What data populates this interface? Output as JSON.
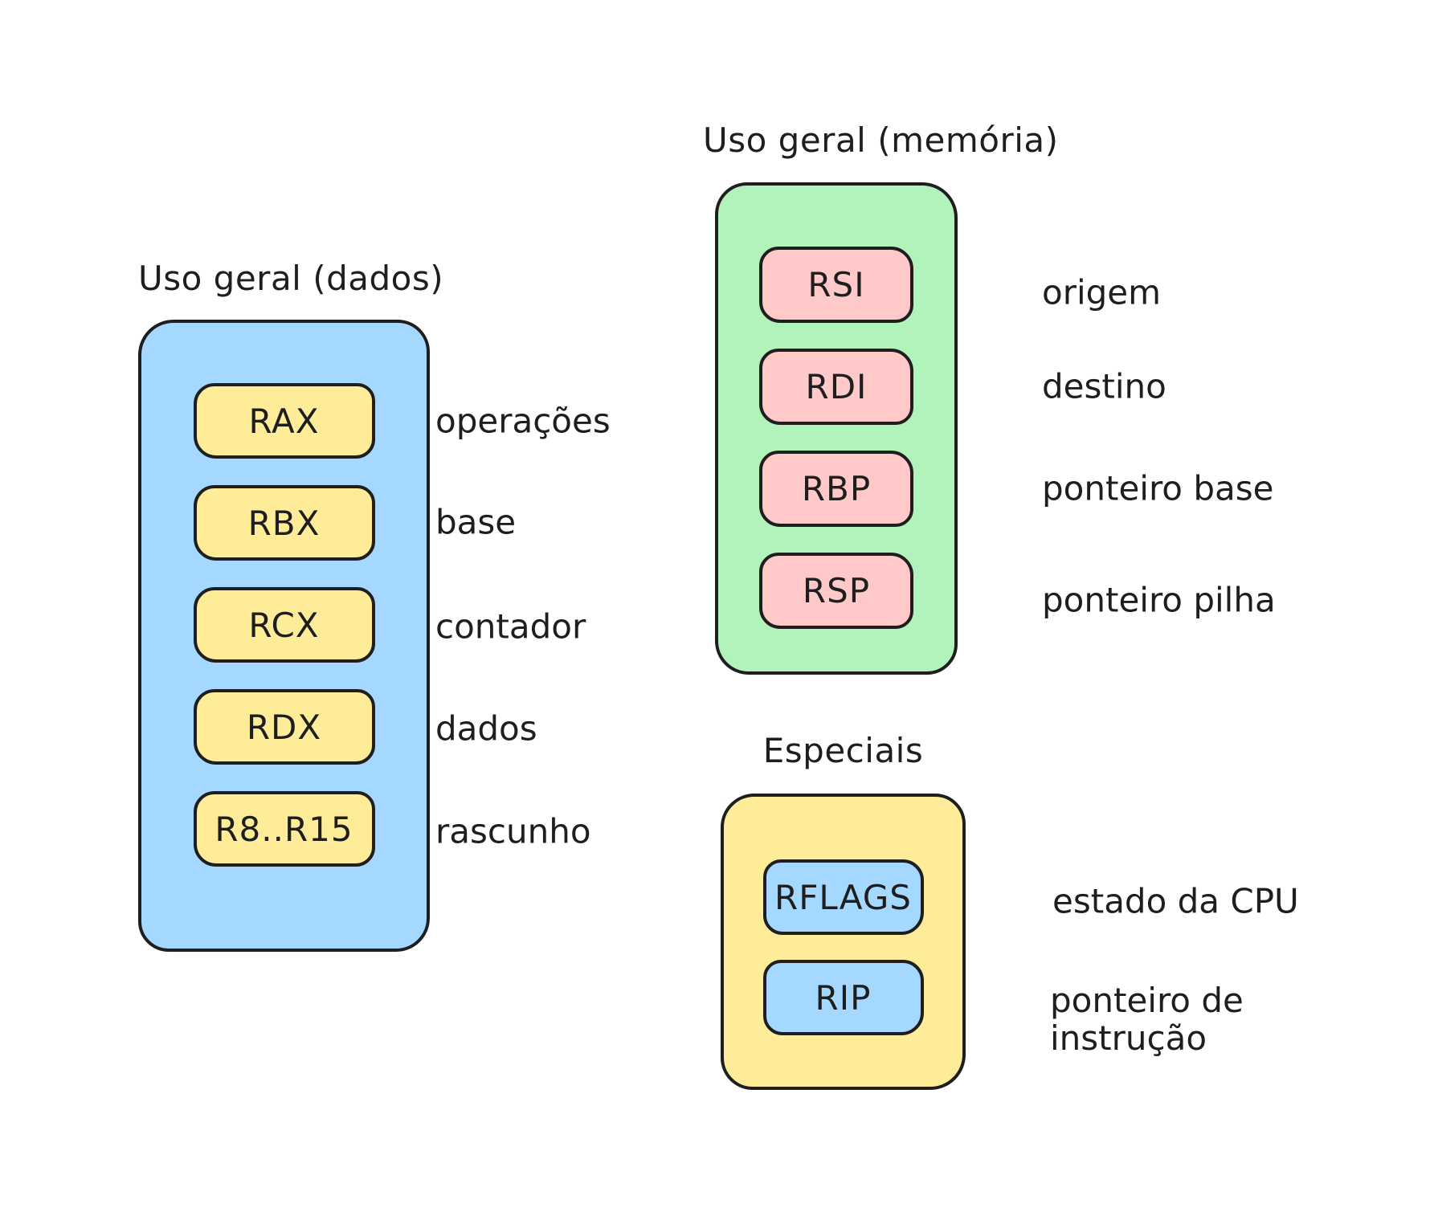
{
  "diagram": {
    "background": "#ffffff",
    "stroke_color": "#1e1e1e",
    "groups": [
      {
        "title": "Uso geral (dados)",
        "container_color": "#a5d8ff",
        "box_color": "#ffec99",
        "registers": [
          {
            "name": "RAX",
            "description": "operações"
          },
          {
            "name": "RBX",
            "description": "base"
          },
          {
            "name": "RCX",
            "description": "contador"
          },
          {
            "name": "RDX",
            "description": "dados"
          },
          {
            "name": "R8..R15",
            "description": "rascunho"
          }
        ]
      },
      {
        "title": "Uso geral (memória)",
        "container_color": "#b2f2bb",
        "box_color": "#ffc9c9",
        "registers": [
          {
            "name": "RSI",
            "description": "origem"
          },
          {
            "name": "RDI",
            "description": "destino"
          },
          {
            "name": "RBP",
            "description": "ponteiro base"
          },
          {
            "name": "RSP",
            "description": "ponteiro pilha"
          }
        ]
      },
      {
        "title": "Especiais",
        "container_color": "#ffec99",
        "box_color": "#a5d8ff",
        "registers": [
          {
            "name": "RFLAGS",
            "description": "estado da CPU"
          },
          {
            "name": "RIP",
            "description": "ponteiro de instrução"
          }
        ]
      }
    ]
  }
}
